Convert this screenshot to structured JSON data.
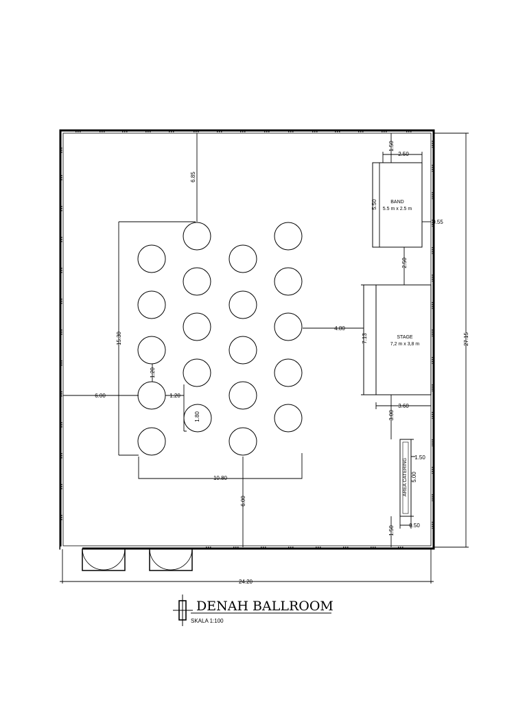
{
  "plan": {
    "title": "DENAH BALLROOM",
    "scale": "SKALA  1:100",
    "band": {
      "name": "BAND",
      "size": "5.5 m x 2.5 m"
    },
    "stage": {
      "name": "STAGE",
      "size": "7,2 m x 3,8 m"
    },
    "side_label": "AREA CATERING"
  },
  "dimensions": {
    "overall_width": "24.20",
    "overall_height": "27.15",
    "top_to_tables": "6.85",
    "left_to_tables": "6.00",
    "table_block_height": "15.30",
    "table_block_width": "10.80",
    "table_gap_v": "1.20",
    "table_gap_h": "1.20",
    "table_diameter": "1.80",
    "tables_to_bottom": "6.00",
    "tables_to_stage": "4.80",
    "band_top": "1.50",
    "band_width": "2.50",
    "band_height": "5.50",
    "band_right": "0.55",
    "band_to_stage": "2.50",
    "stage_height": "7.13",
    "stage_depth": "3.60",
    "stage_to_side": "3.00",
    "side_width": "1.50",
    "side_length": "5.00",
    "side_bottom": "1.50",
    "side_offset": "0.50"
  }
}
